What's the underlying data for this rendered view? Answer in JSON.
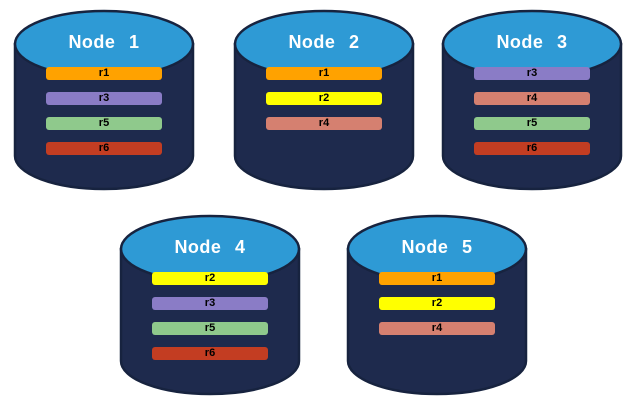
{
  "diagram_title": "database-nodes-replica-distribution",
  "palette": {
    "cylinder_body": "#1E2A4D",
    "cylinder_outline": "#17233F",
    "cylinder_top": "#2E9AD5",
    "node_title_color": "#FFFFFF",
    "bar_text_color": "#000000"
  },
  "replica_colors": {
    "r1": "#FFA200",
    "r2": "#FFFF00",
    "r3": "#8A7CC6",
    "r4": "#D58070",
    "r5": "#8FC98C",
    "r6": "#C33D22"
  },
  "nodes": [
    {
      "label": "Node 1",
      "replicas": [
        "r1",
        "r3",
        "r5",
        "r6"
      ]
    },
    {
      "label": "Node 2",
      "replicas": [
        "r1",
        "r2",
        "r4"
      ]
    },
    {
      "label": "Node 3",
      "replicas": [
        "r3",
        "r4",
        "r5",
        "r6"
      ]
    },
    {
      "label": "Node 4",
      "replicas": [
        "r2",
        "r3",
        "r5",
        "r6"
      ]
    },
    {
      "label": "Node 5",
      "replicas": [
        "r1",
        "r2",
        "r4"
      ]
    }
  ]
}
